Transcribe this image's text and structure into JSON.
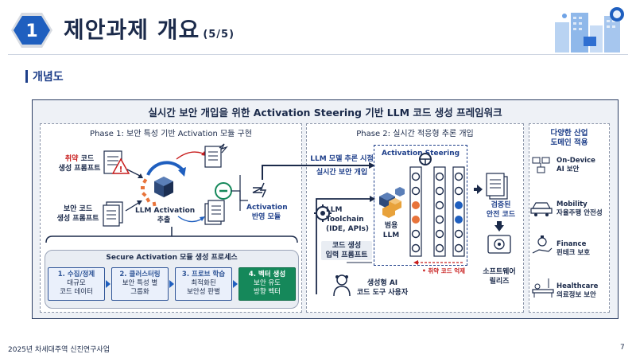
{
  "header": {
    "number": "1",
    "title": "제안과제 개요",
    "page_indicator": "(5/5)"
  },
  "section": {
    "label": "개념도"
  },
  "diagram": {
    "title": "실시간 보안 개입을 위한 Activation Steering 기반 LLM 코드 생성 프레임워크",
    "phase1": {
      "title": "Phase 1: 보안 특성 기반 Activation 모듈 구현",
      "vuln_prompt": [
        "취약",
        "코드",
        "생성 프롬프트"
      ],
      "secure_prompt": [
        "보안 코드",
        "생성 프롬프트"
      ],
      "llm_activation": [
        "LLM Activation",
        "추출"
      ],
      "module": [
        "Activation",
        "반영 모듈"
      ],
      "secure_process_title": "Secure Activation 모듈 생성 프로세스",
      "steps": [
        {
          "head": "1. 수집/정제",
          "lines": [
            "대규모",
            "코드 데이터"
          ]
        },
        {
          "head": "2. 클러스터링",
          "lines": [
            "보안 특성 별",
            "그룹화"
          ]
        },
        {
          "head": "3. 프로브 학습",
          "lines": [
            "최적화된",
            "보안성 판별"
          ]
        },
        {
          "head": "4. 벡터 생성",
          "lines": [
            "보안 유도",
            "방향 벡터"
          ]
        }
      ]
    },
    "phase2": {
      "title": "Phase 2: 실시간 적응형 추론 개입",
      "llm_inference_time": "LLM 모델 추론 시점",
      "realtime_intervention": "실시간 보안 개입",
      "steering_label": "Activation Steering",
      "toolchain": [
        "LLM",
        "Toolchain",
        "(IDE, APIs)"
      ],
      "general_llm": [
        "범용",
        "LLM"
      ],
      "code_prompt": [
        "코드 생성",
        "입력 프롬프트"
      ],
      "suppress_note": "• 취약 코드 억제",
      "user": [
        "생성형 AI",
        "코드 도구 사용자"
      ],
      "verified": [
        "검증된",
        "안전 코드"
      ],
      "release": [
        "소프트웨어",
        "릴리즈"
      ]
    },
    "domains": {
      "title": [
        "다양한 산업",
        "도메인 적용"
      ],
      "items": [
        {
          "name": "On-Device",
          "desc": "AI 보안",
          "icon": "device-network-icon"
        },
        {
          "name": "Mobility",
          "desc": "자율주행 안전성",
          "icon": "car-icon"
        },
        {
          "name": "Finance",
          "desc": "핀테크 보호",
          "icon": "finance-hand-icon"
        },
        {
          "name": "Healthcare",
          "desc": "의료정보 보안",
          "icon": "medical-bed-icon"
        }
      ]
    }
  },
  "footer": {
    "left": "2025년 차세대주역 신진연구사업",
    "page": "7"
  },
  "colors": {
    "navy": "#1b2a4a",
    "blue": "#2f5597",
    "green": "#15885a",
    "red": "#c81e1e",
    "hex_badge": "#1f5fbf"
  }
}
